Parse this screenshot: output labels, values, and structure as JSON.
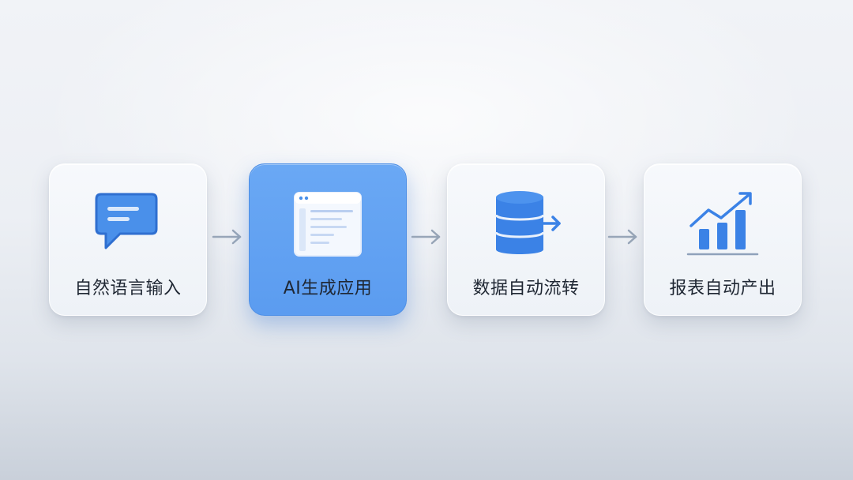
{
  "steps": [
    {
      "label": "自然语言输入",
      "icon": "chat-bubble-icon",
      "active": false
    },
    {
      "label": "AI生成应用",
      "icon": "app-window-icon",
      "active": true
    },
    {
      "label": "数据自动流转",
      "icon": "database-flow-icon",
      "active": false
    },
    {
      "label": "报表自动产出",
      "icon": "chart-trend-icon",
      "active": false
    }
  ],
  "colors": {
    "accent": "#5b9cf0",
    "icon_blue": "#3b82e6",
    "arrow": "#98a6b8",
    "text": "#1f2733"
  }
}
